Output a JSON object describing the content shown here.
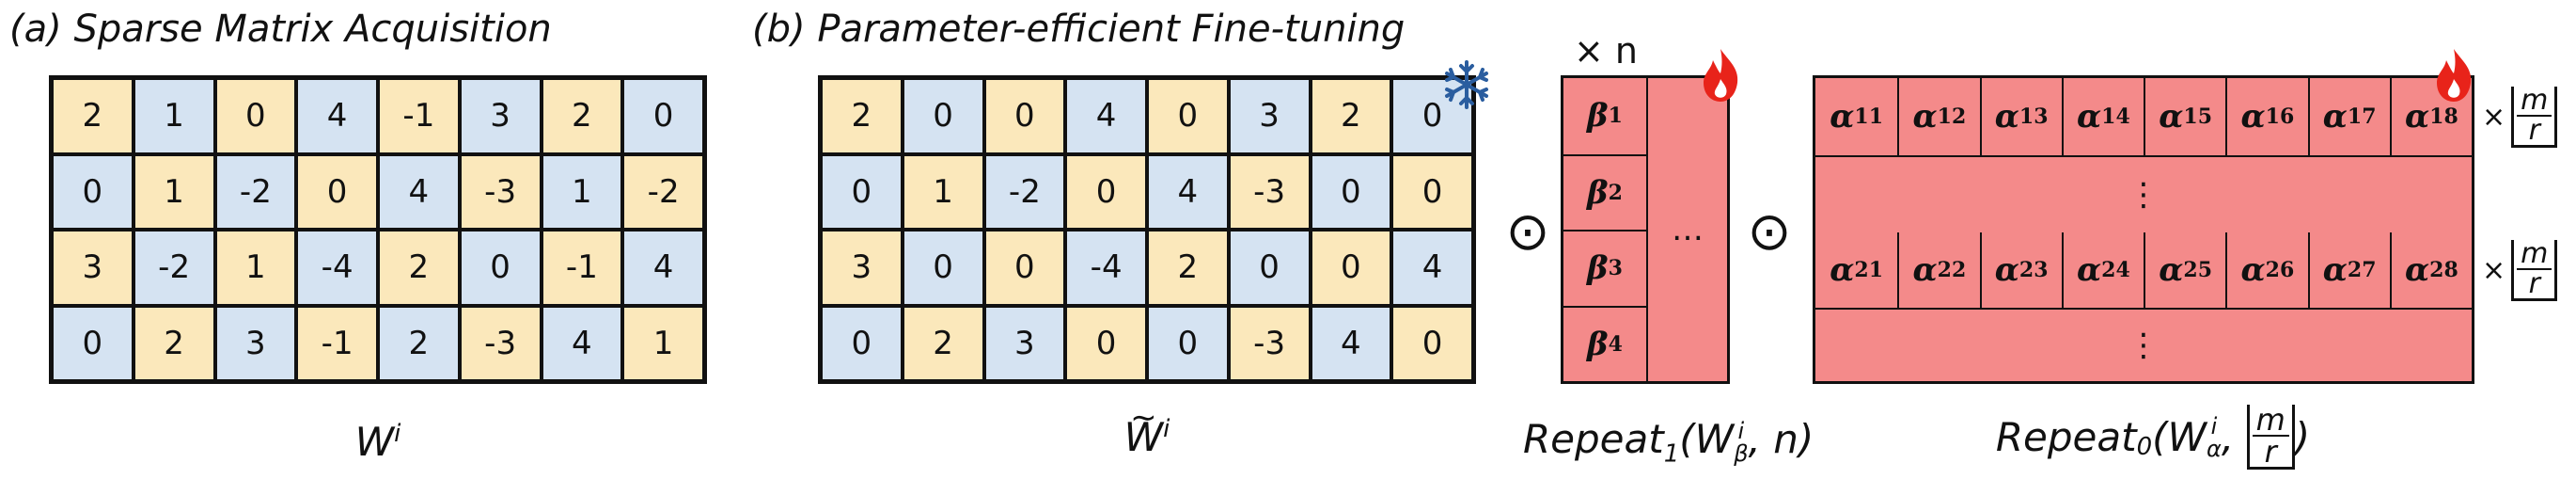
{
  "panel_a": {
    "title": "(a) Sparse Matrix Acquisition",
    "matrix": [
      [
        "2",
        "1",
        "0",
        "4",
        "-1",
        "3",
        "2",
        "0"
      ],
      [
        "0",
        "1",
        "-2",
        "0",
        "4",
        "-3",
        "1",
        "-2"
      ],
      [
        "3",
        "-2",
        "1",
        "-4",
        "2",
        "0",
        "-1",
        "4"
      ],
      [
        "0",
        "2",
        "3",
        "-1",
        "2",
        "-3",
        "4",
        "1"
      ]
    ],
    "caption_main": "W",
    "caption_sup": "i"
  },
  "panel_b": {
    "title": "(b) Parameter-efficient Fine-tuning",
    "matrix": [
      [
        "2",
        "0",
        "0",
        "4",
        "0",
        "3",
        "2",
        "0"
      ],
      [
        "0",
        "1",
        "-2",
        "0",
        "4",
        "-3",
        "0",
        "0"
      ],
      [
        "3",
        "0",
        "0",
        "-4",
        "2",
        "0",
        "0",
        "4"
      ],
      [
        "0",
        "2",
        "3",
        "0",
        "0",
        "-3",
        "4",
        "0"
      ]
    ],
    "caption_main": "W",
    "caption_sup": "i",
    "odot": "⊙",
    "beta": {
      "label_times": "× n",
      "items": [
        "β",
        "β",
        "β",
        "β"
      ],
      "subs": [
        "1",
        "2",
        "3",
        "4"
      ],
      "ellipsis": "…",
      "caption_prefix": "Repeat",
      "caption_sub": "1",
      "caption_body_open": "(W",
      "caption_w_sup": "i",
      "caption_w_sub": "β",
      "caption_rest": ", n)"
    },
    "alpha": {
      "row1_subs": [
        "11",
        "12",
        "13",
        "14",
        "15",
        "16",
        "17",
        "18"
      ],
      "row2_subs": [
        "21",
        "22",
        "23",
        "24",
        "25",
        "26",
        "27",
        "28"
      ],
      "symbol": "α",
      "vdots": "⋮",
      "mult_prefix": "×",
      "frac_num": "m",
      "frac_den": "r",
      "caption_prefix": "Repeat",
      "caption_sub": "0",
      "caption_body_open": "(W",
      "caption_w_sup": "i",
      "caption_w_sub": "α",
      "caption_sep": ",",
      "caption_close": ")"
    }
  },
  "colors": {
    "yellow": "#fbe8bb",
    "blue": "#d5e3f2",
    "red": "#f48a8a",
    "snowflake": "#2a5d9f",
    "fire": "#e8231a"
  },
  "icons": [
    "snowflake-icon",
    "fire-icon"
  ]
}
